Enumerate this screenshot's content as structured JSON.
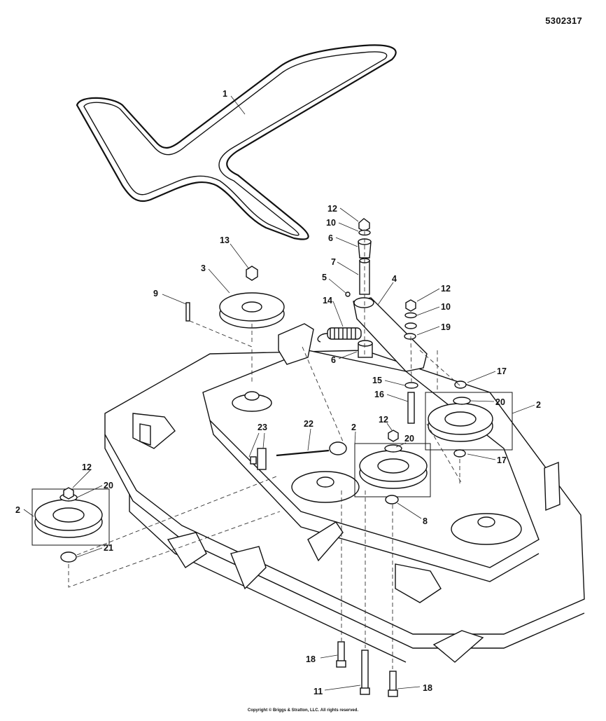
{
  "diagram": {
    "part_number": "5302317",
    "copyright": "Copyright © Briggs & Stratton, LLC. All rights reserved.",
    "callouts": [
      {
        "id": "c1",
        "label": "1"
      },
      {
        "id": "c12a",
        "label": "12"
      },
      {
        "id": "c10a",
        "label": "10"
      },
      {
        "id": "c6a",
        "label": "6"
      },
      {
        "id": "c13",
        "label": "13"
      },
      {
        "id": "c7",
        "label": "7"
      },
      {
        "id": "c3",
        "label": "3"
      },
      {
        "id": "c5",
        "label": "5"
      },
      {
        "id": "c4",
        "label": "4"
      },
      {
        "id": "c12b",
        "label": "12"
      },
      {
        "id": "c9",
        "label": "9"
      },
      {
        "id": "c14",
        "label": "14"
      },
      {
        "id": "c10b",
        "label": "10"
      },
      {
        "id": "c19",
        "label": "19"
      },
      {
        "id": "c6b",
        "label": "6"
      },
      {
        "id": "c17a",
        "label": "17"
      },
      {
        "id": "c15",
        "label": "15"
      },
      {
        "id": "c16",
        "label": "16"
      },
      {
        "id": "c20a",
        "label": "20"
      },
      {
        "id": "c2a",
        "label": "2"
      },
      {
        "id": "c12c",
        "label": "12"
      },
      {
        "id": "c23",
        "label": "23"
      },
      {
        "id": "c22",
        "label": "22"
      },
      {
        "id": "c2b",
        "label": "2"
      },
      {
        "id": "c20b",
        "label": "20"
      },
      {
        "id": "c17b",
        "label": "17"
      },
      {
        "id": "c12d",
        "label": "12"
      },
      {
        "id": "c20c",
        "label": "20"
      },
      {
        "id": "c2c",
        "label": "2"
      },
      {
        "id": "c8",
        "label": "8"
      },
      {
        "id": "c21",
        "label": "21"
      },
      {
        "id": "c18a",
        "label": "18"
      },
      {
        "id": "c11",
        "label": "11"
      },
      {
        "id": "c18b",
        "label": "18"
      }
    ]
  }
}
